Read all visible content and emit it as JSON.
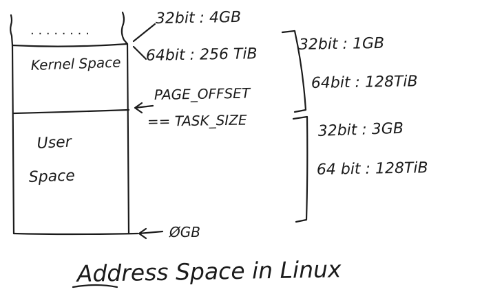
{
  "diagram": {
    "top_dots": ". . . . . . . .",
    "kernel_label": "Kernel Space",
    "user_label_line1": "User",
    "user_label_line2": "Space",
    "top_annotation_32": "32bit : 4GB",
    "top_annotation_64": "64bit : 256 TiB",
    "page_offset_line1": "PAGE_OFFSET",
    "page_offset_line2": "== TASK_SIZE",
    "kernel_size_32": "32bit : 1GB",
    "kernel_size_64": "64bit : 128TiB",
    "user_size_32": "32bit : 3GB",
    "user_size_64": "64 bit : 128TiB",
    "bottom_annotation": "ØGB",
    "title": "Address Space in Linux"
  }
}
